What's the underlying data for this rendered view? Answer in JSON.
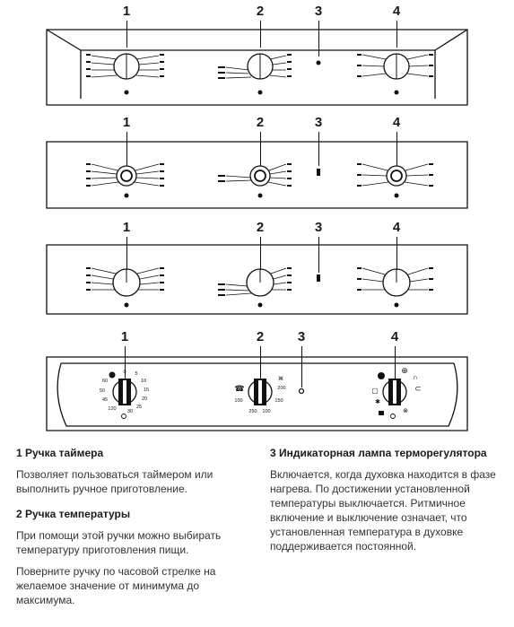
{
  "callouts": [
    "1",
    "2",
    "3",
    "4"
  ],
  "section1": {
    "title": "1 Ручка таймера",
    "text": "Позволяет пользоваться таймером или выполнить ручное приготовление."
  },
  "section2": {
    "title": "2 Ручка температуры",
    "text1": "При помощи этой ручки можно выбирать температуру приготовления пищи.",
    "text2": "Поверните ручку по часовой стрелке на желаемое значение от минимума до максимума."
  },
  "section3": {
    "title": "3 Индикаторная лампа терморегулятора",
    "text": "Включается, когда духовка находится в фазе нагрева. По достижении установленной температуры выключается. Ритмичное включение и выключение означает, что установленная температура в духовке поддерживается постоянной."
  },
  "timer_labels": {
    "t1": "0",
    "t2": "5",
    "t3": "10",
    "t4": "15",
    "t5": "60",
    "t6": "20",
    "t7": "50",
    "t8": "25",
    "t9": "45",
    "t10": "30",
    "t11": "120"
  },
  "temp_labels": {
    "a": "200",
    "b": "150",
    "c": "100",
    "d": "250"
  }
}
